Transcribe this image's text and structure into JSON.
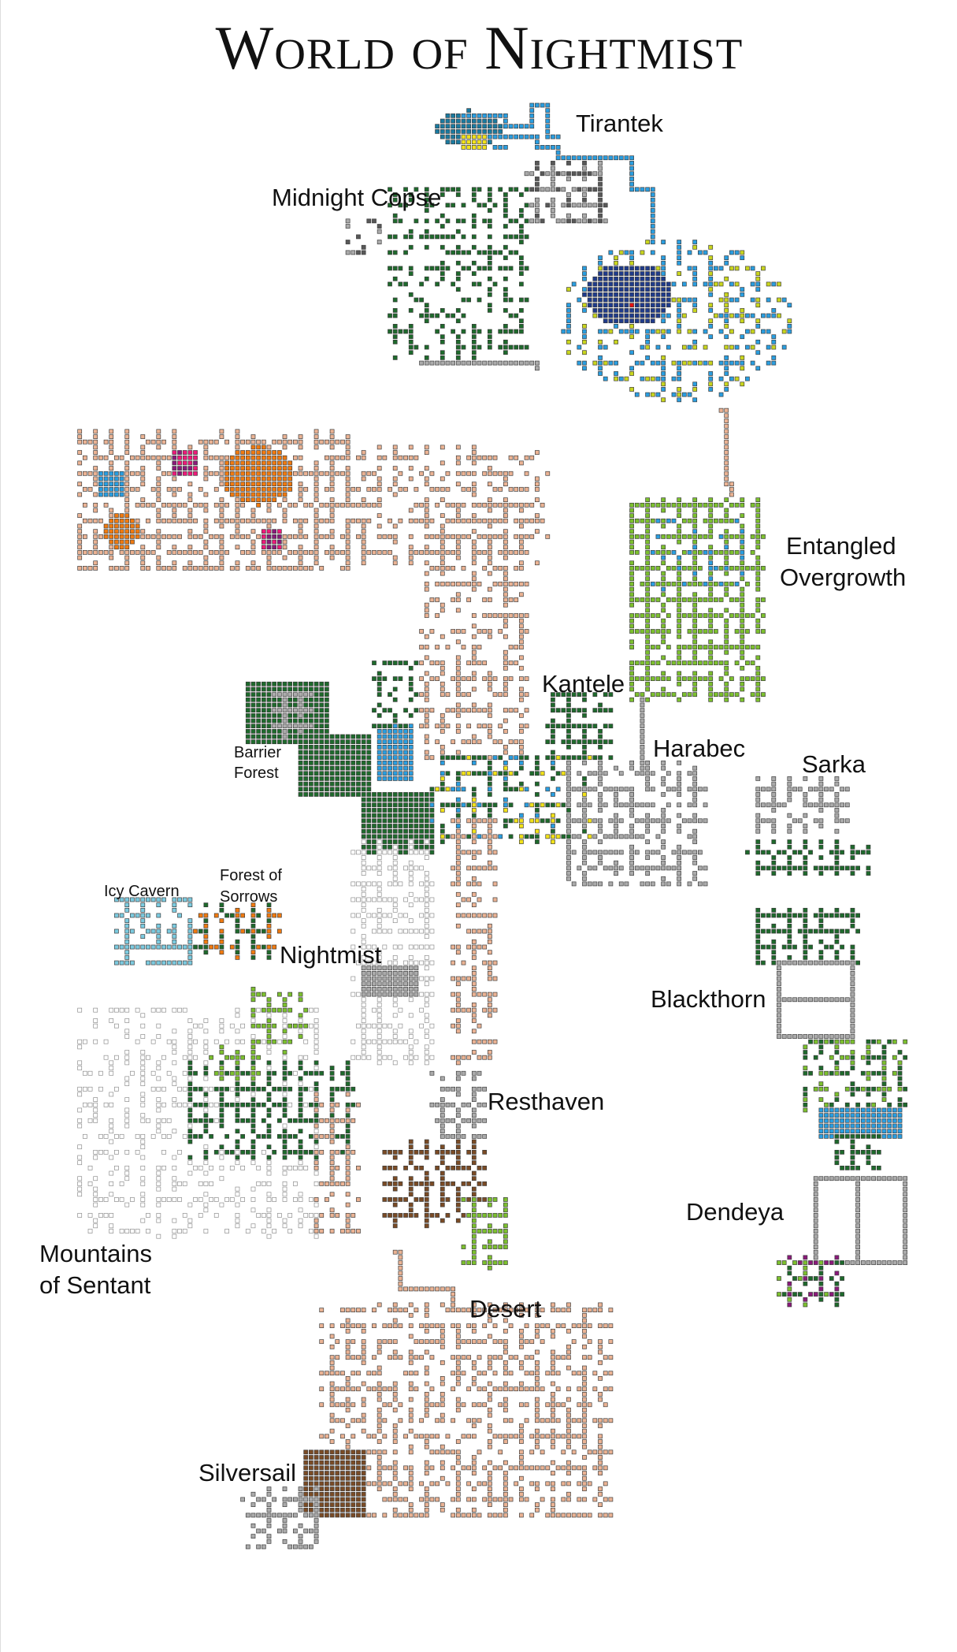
{
  "title": "World of Nightmist",
  "labels": {
    "tirantek": "Tirantek",
    "midnight_copse": "Midnight Copse",
    "entangled_1": "Entangled",
    "entangled_2": "Overgrowth",
    "kantele": "Kantele",
    "harabec": "Harabec",
    "sarka": "Sarka",
    "barrier_1": "Barrier",
    "barrier_2": "Forest",
    "icy_cavern": "Icy Cavern",
    "sorrows_1": "Forest of",
    "sorrows_2": "Sorrows",
    "nightmist": "Nightmist",
    "blackthorn": "Blackthorn",
    "resthaven": "Resthaven",
    "dendeya": "Dendeya",
    "mountains_1": "Mountains",
    "mountains_2": "of Sentant",
    "desert": "Desert",
    "silversail": "Silversail"
  },
  "colors": {
    "dark_green": "#1e6a2c",
    "light_green": "#7cc02e",
    "teal": "#1a7aa0",
    "blue": "#2a9ee0",
    "navy": "#1f3b8c",
    "yellow_green": "#c9d51e",
    "yellow": "#f2e21a",
    "gray": "#ababab",
    "dark_gray": "#585858",
    "white": "#ffffff",
    "tan": "#ebb394",
    "orange": "#f07a10",
    "brown": "#7a4b25",
    "ice": "#7ccbe0",
    "magenta": "#8a1a7a",
    "pink": "#ee1a7a",
    "red": "#e61010",
    "maroon": "#8a0e1e"
  }
}
